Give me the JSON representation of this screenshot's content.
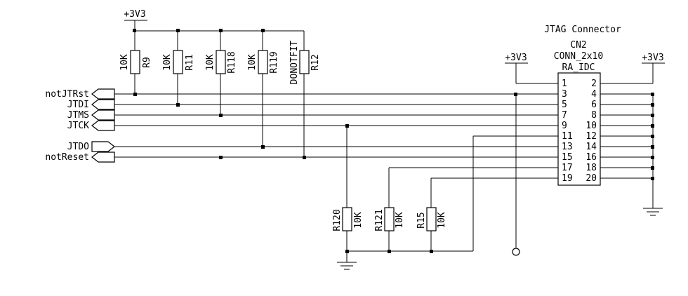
{
  "title": "JTAG Connector",
  "connector": {
    "ref": "CN2",
    "part": "CONN_2x10",
    "footprint": "RA_IDC",
    "pins_left": [
      "1",
      "3",
      "5",
      "7",
      "9",
      "11",
      "13",
      "15",
      "17",
      "19"
    ],
    "pins_right": [
      "2",
      "4",
      "6",
      "8",
      "10",
      "12",
      "14",
      "16",
      "18",
      "20"
    ]
  },
  "power": {
    "top": "+3V3",
    "left": "+3V3",
    "right": "+3V3"
  },
  "signals": [
    {
      "name": "notJTRst",
      "dir": "in"
    },
    {
      "name": "JTDI",
      "dir": "in"
    },
    {
      "name": "JTMS",
      "dir": "in"
    },
    {
      "name": "JTCK",
      "dir": "in"
    },
    {
      "name": "JTDO",
      "dir": "out"
    },
    {
      "name": "notReset",
      "dir": "in"
    }
  ],
  "pullups": [
    {
      "value": "10K",
      "ref": "R9"
    },
    {
      "value": "10K",
      "ref": "R11"
    },
    {
      "value": "10K",
      "ref": "R118"
    },
    {
      "value": "10K",
      "ref": "R119"
    },
    {
      "value": "DONOTFIT",
      "ref": "R12"
    }
  ],
  "pulldowns": [
    {
      "ref": "R120",
      "value": "10K"
    },
    {
      "ref": "R121",
      "value": "10K"
    },
    {
      "ref": "R15",
      "value": "10K"
    }
  ]
}
